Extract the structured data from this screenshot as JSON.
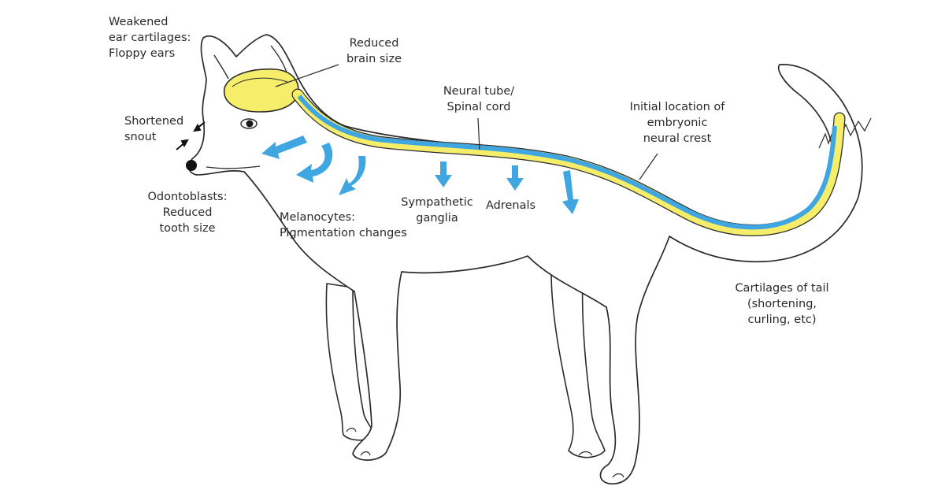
{
  "colors": {
    "outline": "#2b2b2b",
    "yellow": "#f6ee6a",
    "blue": "#3fa6e2"
  },
  "labels": {
    "ear": [
      "Weakened",
      "ear cartilages:",
      "Floppy ears"
    ],
    "brain": [
      "Reduced",
      "brain size"
    ],
    "snout": [
      "Shortened",
      "snout"
    ],
    "neural_tube": [
      "Neural tube/",
      "Spinal cord"
    ],
    "crest": [
      "Initial location of",
      "embryonic",
      "neural crest"
    ],
    "odontoblasts": [
      "Odontoblasts:",
      "Reduced",
      "tooth size"
    ],
    "melanocytes": [
      "Melanocytes:",
      "Pigmentation changes"
    ],
    "sympathetic": [
      "Sympathetic",
      "ganglia"
    ],
    "adrenals": [
      "Adrenals"
    ],
    "tail": [
      "Cartilages of tail",
      "(shortening,",
      "curling, etc)"
    ]
  }
}
